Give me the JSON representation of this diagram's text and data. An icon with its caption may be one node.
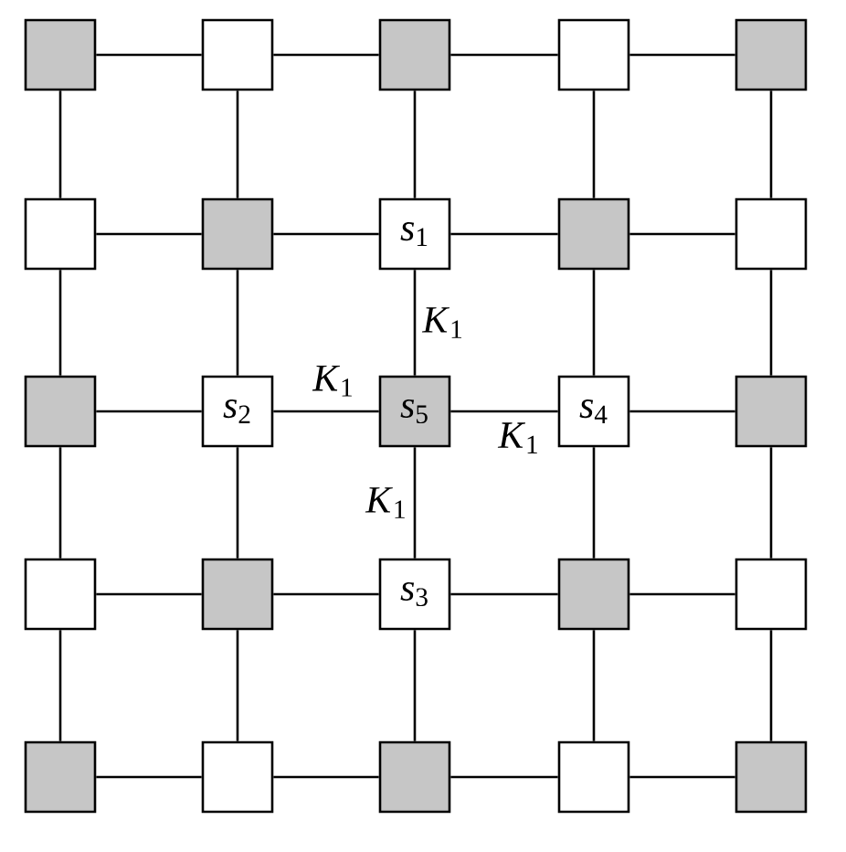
{
  "diagram": {
    "nodes": [
      {
        "text": [],
        "shape": "box"
      },
      {
        "text": [],
        "shape": "box"
      },
      {
        "text": [],
        "shape": "box"
      },
      {
        "text": [],
        "shape": "box"
      },
      {
        "text": [],
        "shape": "box"
      },
      {
        "text": [],
        "shape": "box"
      },
      {
        "text": [],
        "shape": "box"
      },
      {
        "text": [
          "*s*$_{1}$"
        ]
      },
      {
        "text": [],
        "shape": "box"
      },
      {
        "text": [],
        "shape": "box"
      },
      {
        "text": [],
        "shape": "box"
      },
      {
        "text": [
          "*s*$_{2}$"
        ]
      },
      {
        "text": [
          "*s*$_{5}$"
        ]
      },
      {
        "text": [
          "*s*$_{4}$"
        ]
      },
      {
        "text": [],
        "shape": "box"
      },
      {
        "text": [],
        "shape": "box"
      },
      {
        "text": [],
        "shape": "box"
      },
      {
        "text": [
          "*s*$_{3}$"
        ]
      },
      {
        "text": [],
        "shape": "box"
      },
      {
        "text": [],
        "shape": "box"
      },
      {
        "text": [],
        "shape": "box"
      },
      {
        "text": [],
        "shape": "box"
      },
      {
        "text": [],
        "shape": "box"
      },
      {
        "text": [],
        "shape": "box"
      },
      {
        "text": [],
        "shape": "box"
      }
    ],
    "edges": [
      {
        "from": 0,
        "to": 1,
        "arrow": "none"
      },
      {
        "from": 1,
        "to": 2,
        "arrow": "none"
      },
      {
        "from": 2,
        "to": 3,
        "arrow": "none"
      },
      {
        "from": 3,
        "to": 4,
        "arrow": "none"
      },
      {
        "from": 5,
        "to": 6,
        "arrow": "none"
      },
      {
        "from": 6,
        "to": 7,
        "arrow": "none"
      },
      {
        "from": 7,
        "to": 8,
        "arrow": "none"
      },
      {
        "from": 8,
        "to": 9,
        "arrow": "none"
      },
      {
        "from": 10,
        "to": 11,
        "arrow": "none"
      },
      {
        "from": 11,
        "to": 12,
        "arrow": "none",
        "label": "*K*$_{1}$"
      },
      {
        "from": 12,
        "to": 13,
        "arrow": "none",
        "label": "*K*$_{1}$"
      },
      {
        "from": 13,
        "to": 14,
        "arrow": "none"
      },
      {
        "from": 15,
        "to": 16,
        "arrow": "none"
      },
      {
        "from": 16,
        "to": 17,
        "arrow": "none"
      },
      {
        "from": 17,
        "to": 18,
        "arrow": "none"
      },
      {
        "from": 18,
        "to": 19,
        "arrow": "none"
      },
      {
        "from": 20,
        "to": 21,
        "arrow": "none"
      },
      {
        "from": 21,
        "to": 22,
        "arrow": "none"
      },
      {
        "from": 22,
        "to": 23,
        "arrow": "none"
      },
      {
        "from": 23,
        "to": 24,
        "arrow": "none"
      },
      {
        "from": 0,
        "to": 5,
        "arrow": "none"
      },
      {
        "from": 1,
        "to": 6,
        "arrow": "none"
      },
      {
        "from": 2,
        "to": 7,
        "arrow": "none"
      },
      {
        "from": 3,
        "to": 8,
        "arrow": "none"
      },
      {
        "from": 4,
        "to": 9,
        "arrow": "none"
      },
      {
        "from": 5,
        "to": 10,
        "arrow": "none"
      },
      {
        "from": 6,
        "to": 11,
        "arrow": "none"
      },
      {
        "from": 7,
        "to": 12,
        "arrow": "none",
        "label": "*K*$_{1}$"
      },
      {
        "from": 8,
        "to": 13,
        "arrow": "none"
      },
      {
        "from": 9,
        "to": 14,
        "arrow": "none"
      },
      {
        "from": 10,
        "to": 15,
        "arrow": "none"
      },
      {
        "from": 11,
        "to": 16,
        "arrow": "none"
      },
      {
        "from": 12,
        "to": 17,
        "arrow": "none",
        "label": "*K*$_{1}$"
      },
      {
        "from": 13,
        "to": 18,
        "arrow": "none"
      },
      {
        "from": 14,
        "to": 19,
        "arrow": "none"
      },
      {
        "from": 15,
        "to": 20,
        "arrow": "none"
      },
      {
        "from": 16,
        "to": 21,
        "arrow": "none"
      },
      {
        "from": 17,
        "to": 22,
        "arrow": "none"
      },
      {
        "from": 18,
        "to": 23,
        "arrow": "none"
      },
      {
        "from": 19,
        "to": 24,
        "arrow": "none"
      }
    ]
  }
}
